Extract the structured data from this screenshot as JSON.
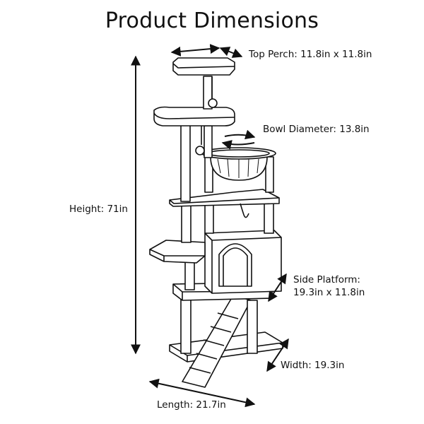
{
  "title": "Product Dimensions",
  "labels": {
    "top_perch": "Top Perch: 11.8in x 11.8in",
    "bowl_diameter": "Bowl Diameter: 13.8in",
    "height": "Height: 71in",
    "side_platform_line1": "Side Platform:",
    "side_platform_line2": "19.3in x 11.8in",
    "width": "Width: 19.3in",
    "length": "Length: 21.7in"
  }
}
